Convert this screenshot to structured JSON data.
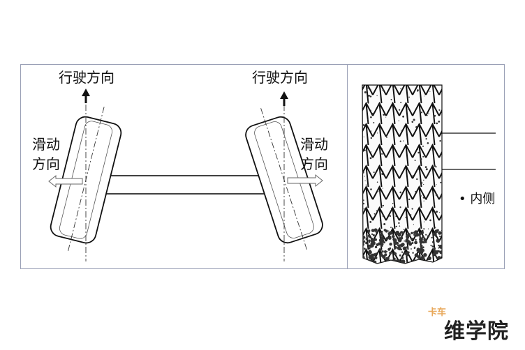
{
  "labels": {
    "travel_direction_left": "行驶方向",
    "travel_direction_right": "行驶方向",
    "slide_left_line1": "滑动",
    "slide_left_line2": "方向",
    "slide_right_line1": "滑动",
    "slide_right_line2": "方向",
    "inner_side": "• 内侧"
  },
  "watermark": {
    "small": "卡车",
    "big": "维学院"
  },
  "colors": {
    "line": "#111111",
    "panel_border": "#9aa0b6",
    "watermark_accent": "#e8a85a"
  }
}
